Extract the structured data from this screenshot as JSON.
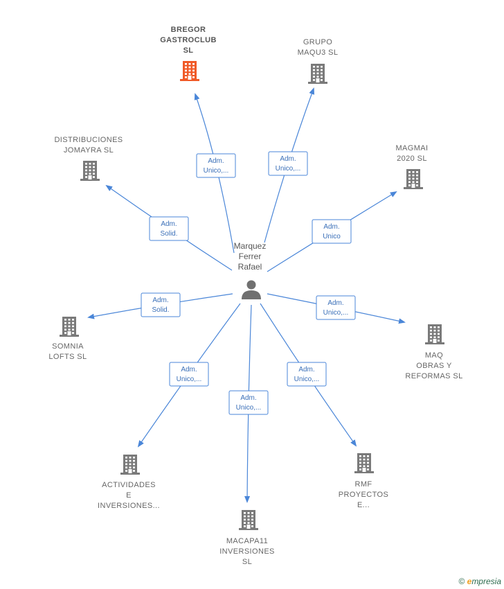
{
  "person": {
    "lines": [
      "Marquez",
      "Ferrer",
      "Rafael"
    ]
  },
  "companies": [
    {
      "id": "bregor",
      "lines": [
        "BREGOR",
        "GASTROCLUB",
        "SL"
      ],
      "highlight": true,
      "role": [
        "Adm.",
        "Unico,..."
      ]
    },
    {
      "id": "grupo-maqu3",
      "lines": [
        "GRUPO",
        "MAQU3 SL"
      ],
      "highlight": false,
      "role": [
        "Adm.",
        "Unico,..."
      ]
    },
    {
      "id": "distribuciones-jomayra",
      "lines": [
        "DISTRIBUCIONES",
        "JOMAYRA  SL"
      ],
      "highlight": false,
      "role": [
        "Adm.",
        "Solid."
      ]
    },
    {
      "id": "magmai-2020",
      "lines": [
        "MAGMAI",
        "2020  SL"
      ],
      "highlight": false,
      "role": [
        "Adm.",
        "Unico"
      ]
    },
    {
      "id": "somnia-lofts",
      "lines": [
        "SOMNIA",
        "LOFTS  SL"
      ],
      "highlight": false,
      "role": [
        "Adm.",
        "Solid."
      ]
    },
    {
      "id": "maq-obras",
      "lines": [
        "MAQ",
        "OBRAS Y",
        "REFORMAS  SL"
      ],
      "highlight": false,
      "role": [
        "Adm.",
        "Unico,..."
      ]
    },
    {
      "id": "actividades-inversiones",
      "lines": [
        "ACTIVIDADES",
        "E",
        "INVERSIONES..."
      ],
      "highlight": false,
      "role": [
        "Adm.",
        "Unico,..."
      ]
    },
    {
      "id": "macapa11",
      "lines": [
        "MACAPA11",
        "INVERSIONES",
        "SL"
      ],
      "highlight": false,
      "role": [
        "Adm.",
        "Unico,..."
      ]
    },
    {
      "id": "rmf-proyectos",
      "lines": [
        "RMF",
        "PROYECTOS",
        "E..."
      ],
      "highlight": false,
      "role": [
        "Adm.",
        "Unico,..."
      ]
    }
  ],
  "colors": {
    "edge": "#4a86d8",
    "building": "#7a7a7a",
    "highlight": "#f05a28",
    "person": "#707070"
  },
  "footer": {
    "copyright": "©",
    "brand_initial": "e",
    "brand_rest": "mpresia"
  }
}
